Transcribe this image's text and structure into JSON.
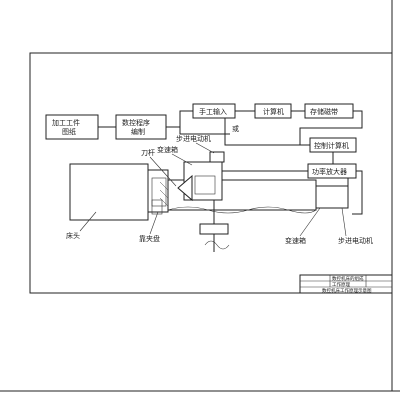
{
  "blocks": {
    "part_drawing": "加工工件\n图纸",
    "program": "数控程序\n编制",
    "manual_input": "手工输入",
    "calculator": "计算机",
    "storage": "存储磁带",
    "control_computer": "控制计算机",
    "power_amp": "功率放大器"
  },
  "labels": {
    "or": "或",
    "stepper_top": "步进电动机",
    "gearbox_top": "变速箱",
    "tool": "刀杆",
    "spindle_box": "床头",
    "chuck": "靠夹盘",
    "gearbox_bottom": "变速箱",
    "stepper_bottom": "步进电动机"
  },
  "title_block": {
    "row1": "数控机床的组成",
    "row2": "工作原理",
    "caption": "数控机床工作原理示意图"
  }
}
